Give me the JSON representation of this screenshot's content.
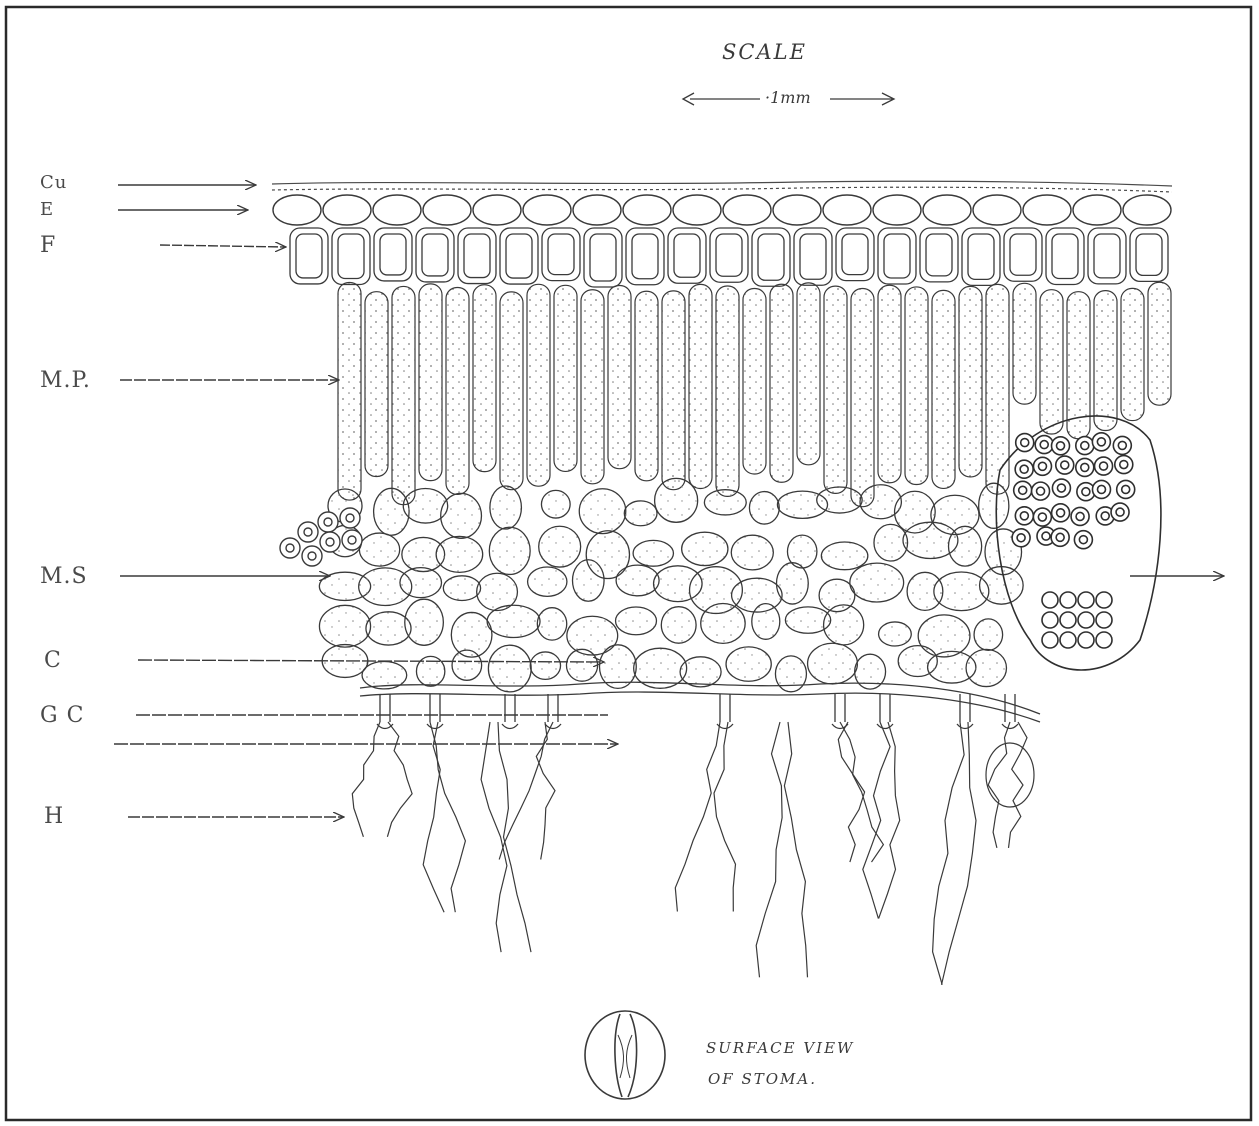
{
  "scale": {
    "title": "SCALE",
    "value": "·1mm"
  },
  "labels": [
    {
      "id": "cu",
      "text": "Cu"
    },
    {
      "id": "e",
      "text": "E"
    },
    {
      "id": "f",
      "text": "F"
    },
    {
      "id": "mp",
      "text": "M.P."
    },
    {
      "id": "ms",
      "text": "M.S"
    },
    {
      "id": "c",
      "text": "C"
    },
    {
      "id": "gc",
      "text": "G C"
    },
    {
      "id": "h",
      "text": "H"
    }
  ],
  "inset": {
    "line1": "SURFACE VIEW",
    "line2": "OF STOMA."
  },
  "colors": {
    "ink": "#3a3a3a",
    "frame": "#2a2a2a",
    "stipple": "#7a7a7a"
  }
}
